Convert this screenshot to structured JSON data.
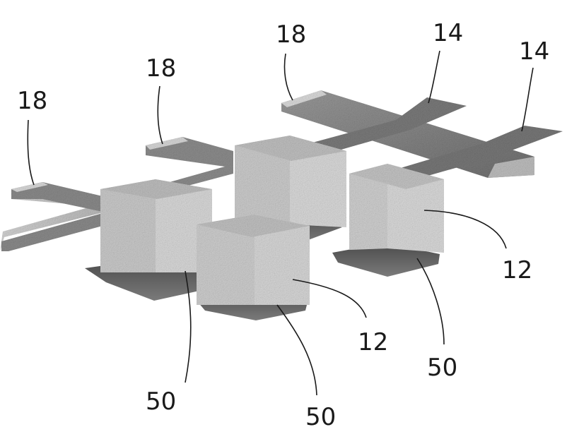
{
  "figure": {
    "labels": {
      "word_line_1": "18",
      "word_line_2": "18",
      "word_line_3": "18",
      "bit_line_1": "14",
      "bit_line_2": "14",
      "cell_1": "12",
      "cell_2": "12",
      "contact_1": "50",
      "contact_2": "50",
      "contact_3": "50"
    }
  }
}
